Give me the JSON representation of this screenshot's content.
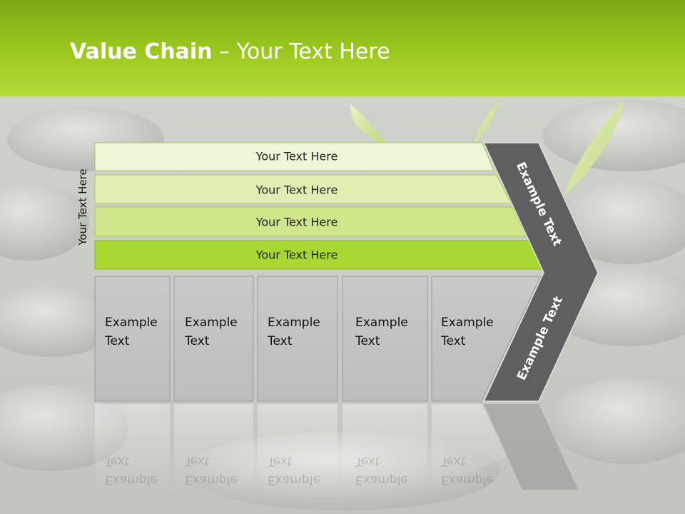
{
  "title": {
    "main": "Value Chain",
    "sub": " – Your Text Here"
  },
  "side_label": "Your Text Here",
  "bands": [
    "Your Text Here",
    "Your Text Here",
    "Your Text Here",
    "Your Text Here"
  ],
  "cells": [
    {
      "line1": "Example",
      "line2": "Text"
    },
    {
      "line1": "Example",
      "line2": "Text"
    },
    {
      "line1": "Example",
      "line2": "Text"
    },
    {
      "line1": "Example",
      "line2": "Text"
    },
    {
      "line1": "Example",
      "line2": "Text"
    }
  ],
  "chevron": {
    "upper": "Example Text",
    "lower": "Example Text"
  },
  "colors": {
    "header_green": "#9cc91f",
    "band_colors": [
      "#eef6d8",
      "#dfeeb2",
      "#cfe68a",
      "#a8d832"
    ],
    "cell_fill": "#c4c4c4",
    "chevron_fill": "#5f5f5f"
  }
}
